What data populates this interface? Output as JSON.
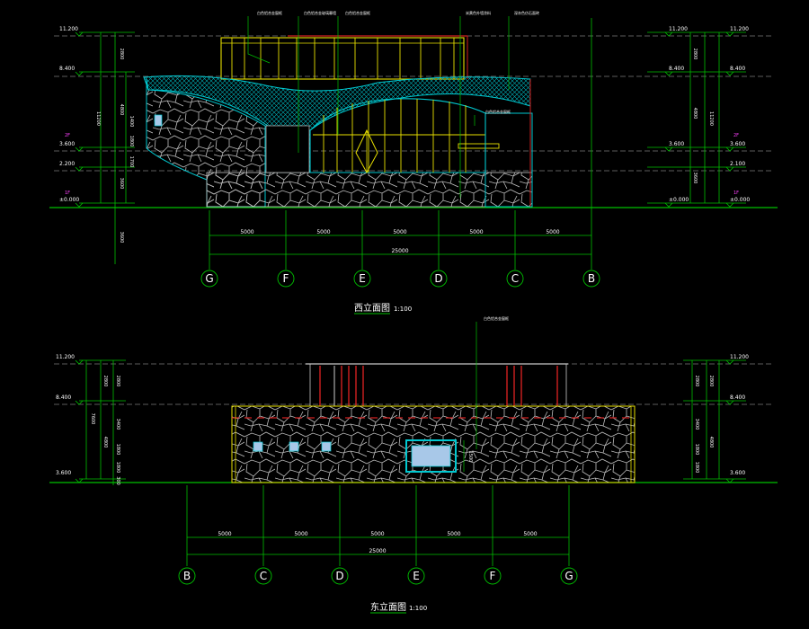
{
  "colors": {
    "background": "#000000",
    "green": "#00c000",
    "white": "#ffffff",
    "yellow": "#e8e000",
    "cyan": "#00c8d0",
    "red": "#d02020",
    "magenta": "#ff40ff",
    "glass": "#a8c8e8",
    "stone": "#c8c8c8"
  },
  "west": {
    "title": "西立面图",
    "scale": "1:100",
    "axes": [
      "G",
      "F",
      "E",
      "D",
      "C",
      "B"
    ],
    "spans": [
      "5000",
      "5000",
      "5000",
      "5000",
      "5000"
    ],
    "total": "25000",
    "levels_left": [
      "11.200",
      "8.400",
      "3.600",
      "2.200",
      "±0.000"
    ],
    "levels_right": [
      "11.200",
      "8.400",
      "3.600",
      "2.100",
      "±0.000"
    ],
    "floor_tags": [
      "2F",
      "1F"
    ],
    "dims_left": [
      "2800",
      "4800",
      "1400",
      "1800",
      "1700",
      "3600",
      "3600",
      "11200"
    ],
    "dims_right": [
      "2800",
      "4800",
      "3600",
      "11200"
    ],
    "notes_top": [
      "白色铝合金窗框",
      "白色铝合金玻璃幕墙",
      "白色铝合金窗框",
      "米黄色外墙涂料",
      "深灰色仿石面砖"
    ],
    "note_mid": "白色铝合金窗框"
  },
  "east": {
    "title": "东立面图",
    "scale": "1:100",
    "axes": [
      "B",
      "C",
      "D",
      "E",
      "F",
      "G"
    ],
    "spans": [
      "5000",
      "5000",
      "5000",
      "5000",
      "5000"
    ],
    "total": "25000",
    "levels_left": [
      "11.200",
      "8.400",
      "3.600"
    ],
    "levels_right": [
      "11.200",
      "8.400",
      "3.600"
    ],
    "dims_left": [
      "2800",
      "3400",
      "1800",
      "1800",
      "300",
      "7600"
    ],
    "dims_right": [
      "2800",
      "3400",
      "1800",
      "1800",
      "4800"
    ],
    "note_top": "白色铝合金窗框",
    "dim_window": "1500"
  }
}
